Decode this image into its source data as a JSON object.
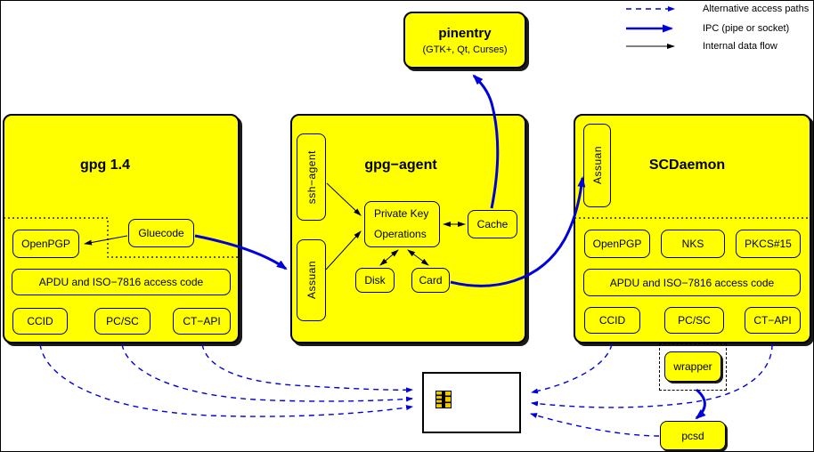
{
  "legend": {
    "items": [
      {
        "id": "alternative",
        "label": "Alternative access paths",
        "line_style": "dashed",
        "color": "#0000dd"
      },
      {
        "id": "ipc",
        "label": "IPC (pipe or socket)",
        "line_style": "thick",
        "color": "#0000dd"
      },
      {
        "id": "internal",
        "label": "Internal data flow",
        "line_style": "thin",
        "color": "#000000"
      }
    ]
  },
  "pinentry": {
    "title": "pinentry",
    "subtitle": "(GTK+, Qt, Curses)"
  },
  "gpg14": {
    "title": "gpg 1.4",
    "openpgp": "OpenPGP",
    "gluecode": "Gluecode",
    "apdu": "APDU and ISO−7816 access code",
    "ccid": "CCID",
    "pcsc": "PC/SC",
    "ctapi": "CT−API"
  },
  "agent": {
    "title": "gpg−agent",
    "ssh_agent": "ssh−agent",
    "assuan": "Assuan",
    "pko_line1": "Private Key",
    "pko_line2": "Operations",
    "cache": "Cache",
    "disk": "Disk",
    "card": "Card"
  },
  "scd": {
    "title": "SCDaemon",
    "assuan": "Assuan",
    "openpgp": "OpenPGP",
    "nks": "NKS",
    "pkcs15": "PKCS#15",
    "apdu": "APDU and ISO−7816 access code",
    "ccid": "CCID",
    "pcsc": "PC/SC",
    "ctapi": "CT−API"
  },
  "bottom": {
    "wrapper": "wrapper",
    "pcsd": "pcsd"
  },
  "colors": {
    "node_fill": "#ffff00",
    "border": "#000000",
    "blue": "#0000dd",
    "chip_fill": "#eec900",
    "background": "#ffffff"
  }
}
